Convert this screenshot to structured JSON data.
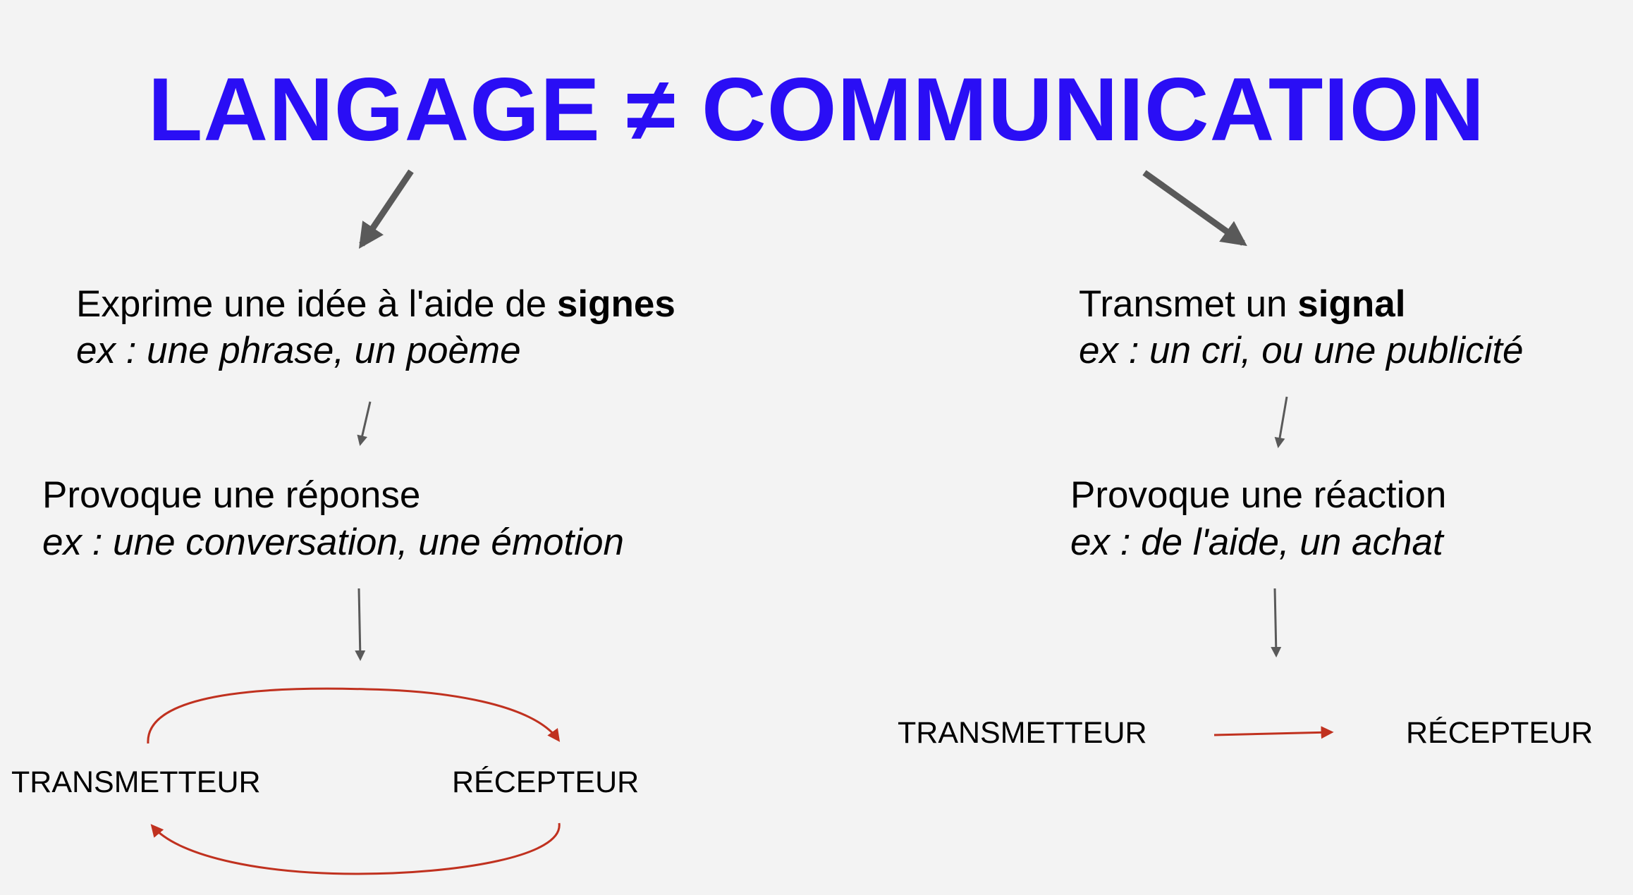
{
  "title": "LANGAGE ≠ COMMUNICATION",
  "left": {
    "definition": {
      "text": "Exprime une idée à l'aide de ",
      "bold": "signes",
      "example": "ex : une phrase, un poème"
    },
    "effect": {
      "text": "Provoque une réponse",
      "example": "ex : une conversation, une émotion"
    },
    "sender": "TRANSMETTEUR",
    "receiver": "RÉCEPTEUR"
  },
  "right": {
    "definition": {
      "text": "Transmet un ",
      "bold": "signal",
      "example": "ex : un cri, ou une publicité"
    },
    "effect": {
      "text": "Provoque une réaction",
      "example": "ex : de l'aide, un achat"
    },
    "sender": "TRANSMETTEUR",
    "receiver": "RÉCEPTEUR"
  },
  "colors": {
    "title": "#2a0ef5",
    "arrow": "#595959",
    "flow_arrow": "#c0311f",
    "background": "#f3f3f3"
  }
}
